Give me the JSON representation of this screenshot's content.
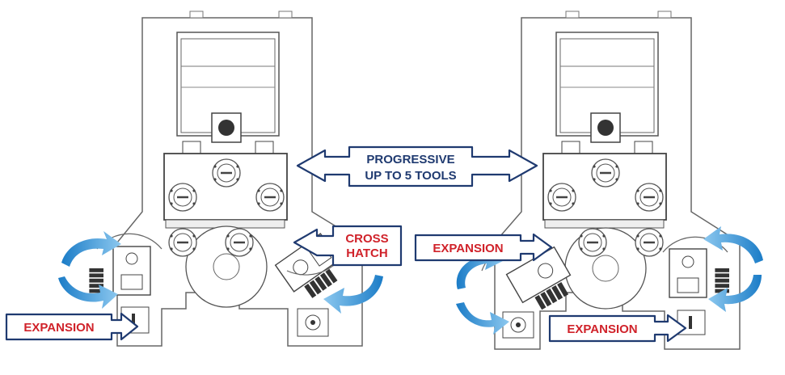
{
  "labels": {
    "progressive_line1": "PROGRESSIVE",
    "progressive_line2": "UP TO 5 TOOLS",
    "cross_hatch_line1": "CROSS",
    "cross_hatch_line2": "HATCH",
    "expansion_left": "EXPANSION",
    "expansion_right_top": "EXPANSION",
    "expansion_right_bottom": "EXPANSION"
  },
  "colors": {
    "label_red": "#d0222a",
    "callout_navy": "#1f3a70",
    "rotation_arrow_blue": "#2e8fd6",
    "drawing_line": "#555555"
  },
  "icons": {
    "rotation_arrows": "curved-rotation-arrow",
    "callout_arrows": "outlined-block-arrow"
  }
}
